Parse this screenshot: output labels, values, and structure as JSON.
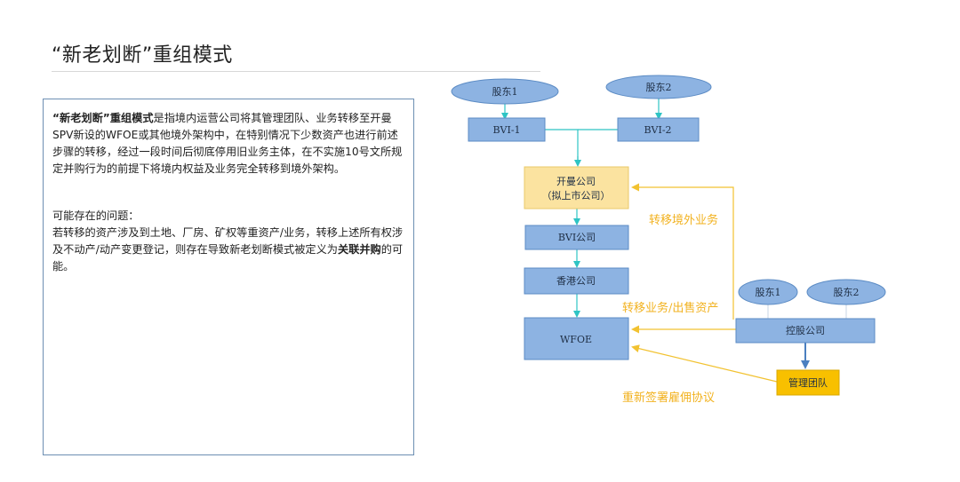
{
  "title": "“新老划断”重组模式",
  "description": {
    "lead_bold": "“新老划断”重组模式",
    "lead_text": "是指境内运营公司将其管理团队、业务转移至开曼SPV新设的WFOE或其他境外架构中，在特别情况下少数资产也进行前述步骤的转移，经过一段时间后彻底停用旧业务主体，在不实施10号文所规定并购行为的前提下将境内权益及业务完全转移到境外架构。",
    "issues_heading": "可能存在的问题：",
    "issues_text": "若转移的资产涉及到土地、厂房、矿权等重资产/业务，转移上述所有权涉及不动产/动产变更登记，则存在导致新老划断模式被定义为",
    "issues_bold": "关联并购",
    "issues_tail": "的可能。"
  },
  "diagram": {
    "colors": {
      "blue_fill": "#8db3e2",
      "blue_stroke": "#5b8bc4",
      "yellow_fill": "#fbe3a0",
      "orange_fill": "#f8c000",
      "arrow_teal": "#2ec4c4",
      "arrow_yellow": "#f2c230"
    },
    "nodes": {
      "shareholder1": "股东1",
      "shareholder2": "股东2",
      "bvi1": "BVI-1",
      "bvi2": "BVI-2",
      "kaiman_line1": "开曼公司",
      "kaiman_line2": "（拟上市公司）",
      "bvi_company": "BVI公司",
      "hk_company": "香港公司",
      "wfoe": "WFOE",
      "holding_shareholder1": "股东1",
      "holding_shareholder2": "股东2",
      "holding_company": "控股公司",
      "management_team": "管理团队"
    },
    "labels": {
      "transfer_overseas": "转移境外业务",
      "transfer_assets": "转移业务/出售资产",
      "re_sign": "重新签署雇佣协议"
    }
  }
}
